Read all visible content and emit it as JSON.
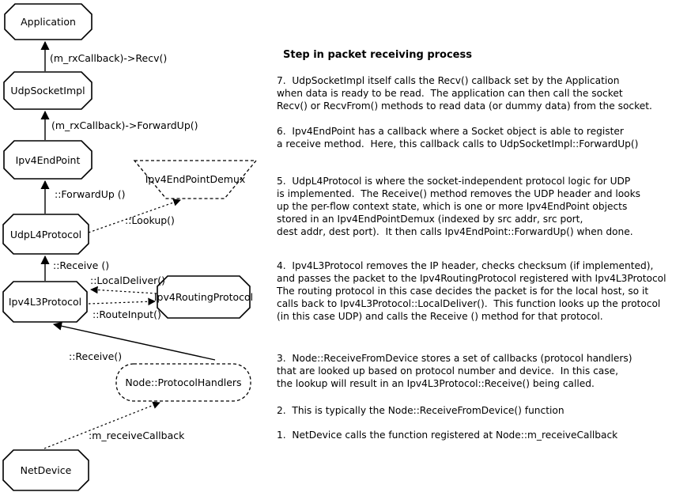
{
  "diagram": {
    "nodes": {
      "application": {
        "label": "Application"
      },
      "udp_socket_impl": {
        "label": "UdpSocketImpl"
      },
      "ipv4_end_point": {
        "label": "Ipv4EndPoint"
      },
      "udp_l4_protocol": {
        "label": "UdpL4Protocol"
      },
      "ipv4_l3_protocol": {
        "label": "Ipv4L3Protocol"
      },
      "net_device": {
        "label": "NetDevice"
      },
      "ipv4_end_point_demux": {
        "label": "Ipv4EndPointDemux"
      },
      "ipv4_routing_protocol": {
        "label": "Ipv4RoutingProtocol"
      },
      "node_protocol_handlers": {
        "label": "Node::ProtocolHandlers"
      }
    },
    "edges": {
      "recv": {
        "label": "(m_rxCallback)->Recv()"
      },
      "forward_up_cb": {
        "label": "(m_rxCallback)->ForwardUp()"
      },
      "forward_up": {
        "label": "::ForwardUp ()"
      },
      "lookup": {
        "label": "::Lookup()"
      },
      "receive_udp": {
        "label": "::Receive ()"
      },
      "local_deliver": {
        "label": "::LocalDeliver()"
      },
      "route_input": {
        "label": "::RouteInput()"
      },
      "receive_l3": {
        "label": "::Receive()"
      },
      "receive_callback": {
        "label": ":m_receiveCallback"
      }
    }
  },
  "notes": {
    "title": "Step in packet receiving process",
    "steps": [
      "7.  UdpSocketImpl itself calls the Recv() callback set by the Application\nwhen data is ready to be read.  The application can then call the socket\nRecv() or RecvFrom() methods to read data (or dummy data) from the socket.",
      "6.  Ipv4EndPoint has a callback where a Socket object is able to register\na receive method.  Here, this callback calls to UdpSocketImpl::ForwardUp()",
      "5.  UdpL4Protocol is where the socket-independent protocol logic for UDP\nis implemented.  The Receive() method removes the UDP header and looks\nup the per-flow context state, which is one or more Ipv4EndPoint objects\nstored in an Ipv4EndPointDemux (indexed by src addr, src port,\ndest addr, dest port).  It then calls Ipv4EndPoint::ForwardUp() when done.",
      "4.  Ipv4L3Protocol removes the IP header, checks checksum (if implemented),\nand passes the packet to the Ipv4RoutingProtocol registered with Ipv4L3Protocol\nThe routing protocol in this case decides the packet is for the local host, so it\ncalls back to Ipv4L3Protocol::LocalDeliver().  This function looks up the protocol\n(in this case UDP) and calls the Receive () method for that protocol.",
      "3.  Node::ReceiveFromDevice stores a set of callbacks (protocol handlers)\nthat are looked up based on protocol number and device.  In this case,\nthe lookup will result in an Ipv4L3Protocol::Receive() being called.",
      "2.  This is typically the Node::ReceiveFromDevice() function",
      "1.  NetDevice calls the function registered at Node::m_receiveCallback"
    ]
  }
}
